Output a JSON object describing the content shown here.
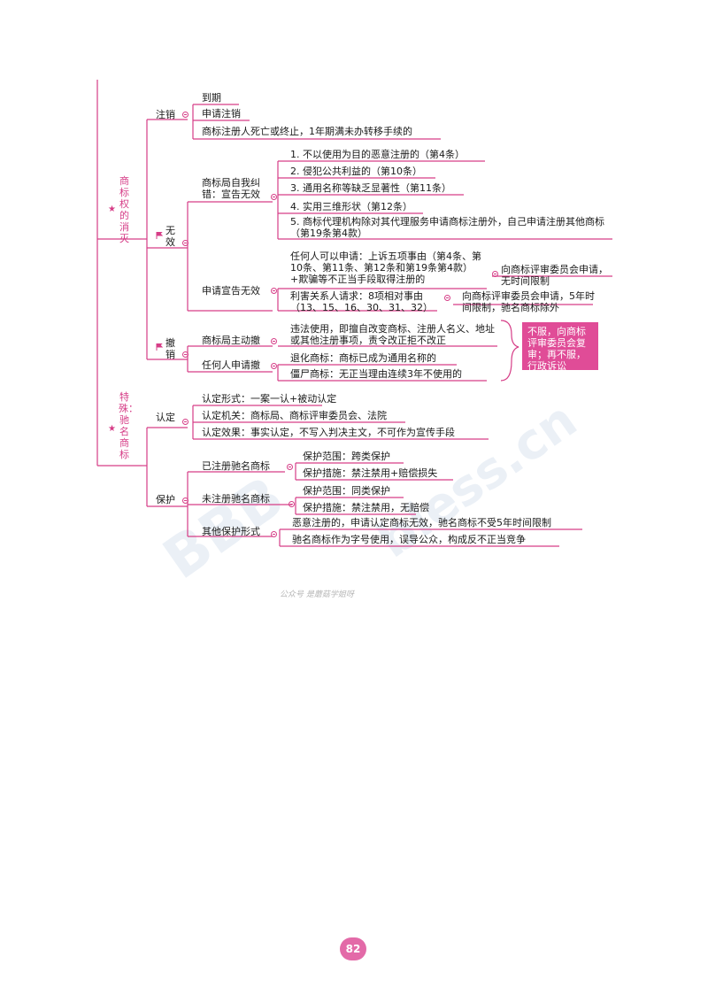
{
  "colors": {
    "line": "#d63d87",
    "box": "#e04c97",
    "watermark": "#c7d7e8"
  },
  "watermark": {
    "glyph": "BBB",
    "text": "bless.cn"
  },
  "level1": {
    "a": {
      "label": "商标权的消灭",
      "star": "★"
    },
    "b": {
      "label": "特殊：驰名商标",
      "star": "★"
    }
  },
  "zhuxiao": {
    "label": "注销",
    "leaves": [
      "到期",
      "申请注销",
      "商标注册人死亡或终止，1年期满未办转移手续的"
    ]
  },
  "wuxiao": {
    "label": "无效",
    "ziwo": {
      "label": "商标局自我纠错：宣告无效",
      "leaves": [
        "1. 不以使用为目的恶意注册的（第4条）",
        "2. 侵犯公共利益的（第10条）",
        "3. 通用名称等缺乏显著性（第11条）",
        "4. 实用三维形状（第12条）",
        "5. 商标代理机构除对其代理服务申请商标注册外，自己申请注册其他商标（第19条第4款）"
      ]
    },
    "shenqing": {
      "label": "申请宣告无效",
      "anyone": "任何人可以申请：上诉五项事由（第4条、第10条、第11条、第12条和第19条第4款）+欺骗等不正当手段取得注册的",
      "anyone_result": "向商标评审委员会申请，无时间限制",
      "interested": "利害关系人请求：8项相对事由（13、15、16、30、31、32）",
      "interested_result": "向商标评审委员会申请，5年时间限制，驰名商标除外"
    }
  },
  "chexiao": {
    "label": "撤销",
    "zhudong": {
      "label": "商标局主动撤",
      "leaf": "违法使用，即擅自改变商标、注册人名义、地址或其他注册事项，责令改正拒不改正"
    },
    "shenqing": {
      "label": "任何人申请撤",
      "leaves": [
        "退化商标：商标已成为通用名称的",
        "僵尸商标：无正当理由连续3年不使用的"
      ]
    },
    "remedy": "不服，向商标评审委员会复审；再不服，行政诉讼"
  },
  "rending": {
    "label": "认定",
    "leaves": [
      "认定形式：一案一认+被动认定",
      "认定机关：商标局、商标评审委员会、法院",
      "认定效果：事实认定，不写入判决主文，不可作为宣传手段"
    ]
  },
  "baohu": {
    "label": "保护",
    "registered": {
      "label": "已注册驰名商标",
      "leaves": [
        "保护范围：跨类保护",
        "保护措施：禁注禁用+赔偿损失"
      ]
    },
    "unregistered": {
      "label": "未注册驰名商标",
      "leaves": [
        "保护范围：同类保护",
        "保护措施：禁注禁用，无赔偿"
      ]
    },
    "other": {
      "label": "其他保护形式",
      "leaves": [
        "恶意注册的，申请认定商标无效，驰名商标不受5年时间限制",
        "驰名商标作为字号使用，误导公众，构成反不正当竞争"
      ]
    }
  },
  "footer": "公众号  是蘑菇学姐呀",
  "page_number": "82"
}
